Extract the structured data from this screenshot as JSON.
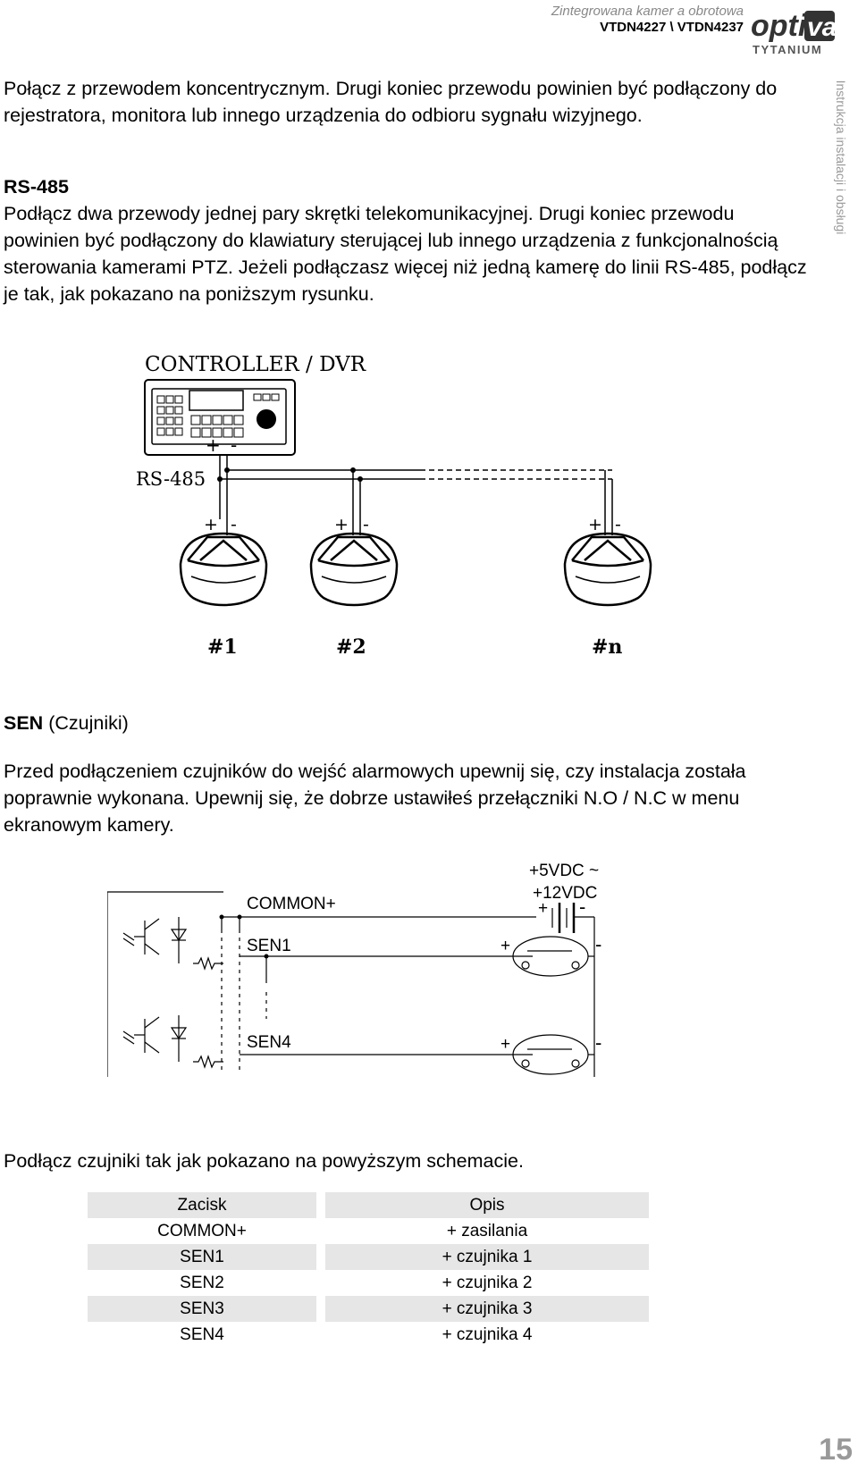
{
  "header": {
    "subtitle": "Zintegrowana kamer a obrotowa",
    "models": "VTDN4227 \\ VTDN4237",
    "logo_top": "opti",
    "logo_accent": "va",
    "logo_bottom": "TYTANIUM",
    "side_text": "Instrukcja instalacji i obsługi"
  },
  "body": {
    "para1": "Połącz z przewodem koncentrycznym. Drugi koniec przewodu powinien być podłączony do rejestratora, monitora lub innego urządzenia do odbioru sygnału wizyjnego.",
    "rs485_heading": "RS-485",
    "rs485_text": "Podłącz dwa przewody jednej pary skrętki telekomunikacyjnej. Drugi koniec przewodu powinien być podłączony do klawiatury sterującej lub innego urządzenia z funkcjonalnością sterowania kamerami PTZ. Jeżeli podłączasz więcej niż jedną kamerę do linii RS-485, podłącz je tak, jak pokazano na poniższym rysunku.",
    "sen_heading": "SEN",
    "sen_heading_rest": " (Czujniki)",
    "sen_text": "Przed podłączeniem czujników do wejść alarmowych upewnij się, czy instalacja została poprawnie wykonana. Upewnij się, że dobrze ustawiłeś przełączniki N.O / N.C w menu ekranowym kamery.",
    "sensor_note": "Podłącz czujniki tak jak pokazano na powyższym schemacie."
  },
  "rs485_figure": {
    "title": "CONTROLLER / DVR",
    "bus_label": "RS-485",
    "plus": "+",
    "minus": "-",
    "cameras": [
      "#1",
      "#2",
      "#n"
    ]
  },
  "sensor_figure": {
    "supply": "+5VDC ~\n+12VDC",
    "supply_line1": "+5VDC ~",
    "supply_line2": "+12VDC",
    "common": "COMMON+",
    "sen1": "SEN1",
    "sen4": "SEN4",
    "plus": "+",
    "minus": "-"
  },
  "table": {
    "headers": [
      "Zacisk",
      "Opis"
    ],
    "rows": [
      [
        "COMMON+",
        "+ zasilania"
      ],
      [
        "SEN1",
        "+ czujnika 1"
      ],
      [
        "SEN2",
        "+ czujnika 2"
      ],
      [
        "SEN3",
        "+ czujnika 3"
      ],
      [
        "SEN4",
        "+ czujnika 4"
      ]
    ]
  },
  "page_number": "15"
}
